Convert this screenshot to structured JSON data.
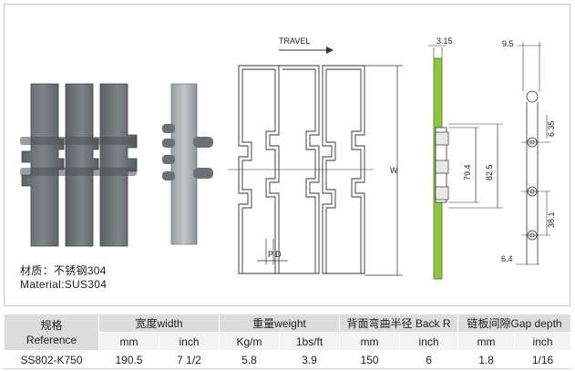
{
  "drawing": {
    "travel_label": "TRAVEL",
    "width_label": "W",
    "pitch_label": "P",
    "d_label": "D",
    "dims": {
      "d315": "3.15",
      "d95": "9.5",
      "d794": "79.4",
      "d825": "82.5",
      "d635": "6.35",
      "d381": "38.1",
      "d64": "6.4"
    }
  },
  "material": {
    "cn": "材质：不锈钢304",
    "en": "Material:SUS304"
  },
  "table": {
    "ref_cn": "规格",
    "ref_en": "Reference",
    "groups": [
      "宽度width",
      "重量weight",
      "背面弯曲半径 Back R",
      "链板间隙Gap depth"
    ],
    "units": [
      "mm",
      "inch",
      "Kg/m",
      "1bs/ft",
      "mm",
      "inch",
      "mm",
      "inch"
    ],
    "row": [
      "SS802-K750",
      "190.5",
      "7 1/2",
      "5.8",
      "3.9",
      "150",
      "6",
      "1.8",
      "1/16"
    ]
  }
}
